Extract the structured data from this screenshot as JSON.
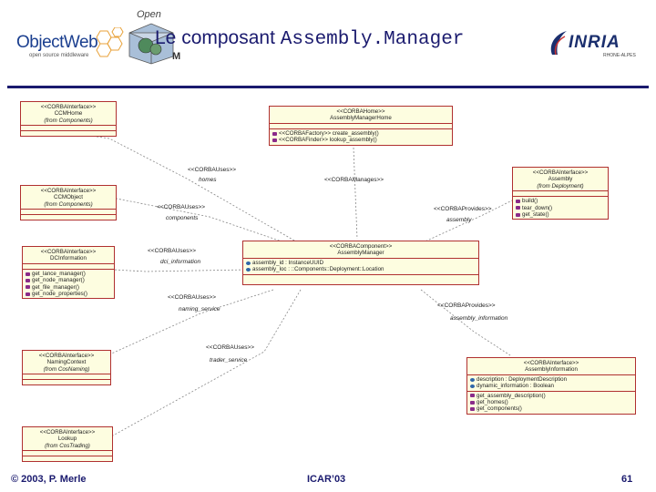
{
  "header": {
    "objectweb_logo_text": "ObjectWeb",
    "objectweb_logo_tagline": "open source middleware",
    "opencorba_logo_top": "Open",
    "opencorba_logo_bottom": "M",
    "title_prefix": "Le composant",
    "title_mono": "Assembly.Manager",
    "inria_logo_text": "INRIA",
    "inria_logo_tagline": "RHONE-ALPES"
  },
  "diagram": {
    "boxes": {
      "ccmhome": {
        "stereotype": "<<CORBAInterface>>",
        "name": "CCMHome",
        "from": "(from Components)"
      },
      "ccmobject": {
        "stereotype": "<<CORBAInterface>>",
        "name": "CCMObject",
        "from": "(from Components)"
      },
      "dcinfo": {
        "stereotype": "<<CORBAInterface>>",
        "name": "DCInformation",
        "ops": [
          "get_lance_manager()",
          "get_node_manager()",
          "get_file_manager()",
          "get_node_properties()"
        ]
      },
      "naming": {
        "stereotype": "<<CORBAInterface>>",
        "name": "NamingContext",
        "from": "(from CosNaming)"
      },
      "lookup": {
        "stereotype": "<<CORBAInterface>>",
        "name": "Lookup",
        "from": "(from CosTrading)"
      },
      "amhome": {
        "stereotype": "<<CORBAHome>>",
        "name": "AssemblyManagerHome",
        "ops": [
          "<<CORBAFactory>> create_assembly()",
          "<<CORBAFinder>> lookup_assembly()"
        ]
      },
      "assembly": {
        "stereotype": "<<CORBAInterface>>",
        "name": "Assembly",
        "from": "(from Deployment)",
        "ops": [
          "build()",
          "tear_down()",
          "get_state()"
        ]
      },
      "am": {
        "stereotype": "<<CORBAComponent>>",
        "name": "AssemblyManager",
        "attrs": [
          "assembly_id : InstanceUUID",
          "assembly_loc : ::Components::Deployment::Location"
        ]
      },
      "ainfo": {
        "stereotype": "<<CORBAInterface>>",
        "name": "AssemblyInformation",
        "attrs": [
          "description : DeploymentDescription",
          "dynamic_information : Boolean"
        ],
        "ops": [
          "get_assembly_description()",
          "get_homes()",
          "get_components()"
        ]
      }
    },
    "link_labels": {
      "homes_stereo": "<<CORBAUses>>",
      "homes_role": "homes",
      "components_stereo": "<<CORBAUses>>",
      "components_role": "components",
      "dci_stereo": "<<CORBAUses>>",
      "dci_role": "dci_information",
      "naming_stereo": "<<CORBAUses>>",
      "naming_role": "naming_service",
      "trader_stereo": "<<CORBAUses>>",
      "trader_role": "trader_service",
      "manages": "<<CORBAManages>>",
      "assembly_stereo": "<<CORBAProvides>>",
      "assembly_role": "assembly",
      "ainfo_stereo": "<<CORBAProvides>>",
      "ainfo_role": "assembly_information"
    }
  },
  "footer": {
    "copyright": "© 2003, P. Merle",
    "event": "ICAR’03",
    "page_number": "61"
  },
  "colors": {
    "title_blue": "#1a1a6e",
    "uml_fill": "#fdfde0",
    "uml_border": "#b03030",
    "operation_marker": "#8a2b8a",
    "attribute_marker": "#2f66a8"
  }
}
